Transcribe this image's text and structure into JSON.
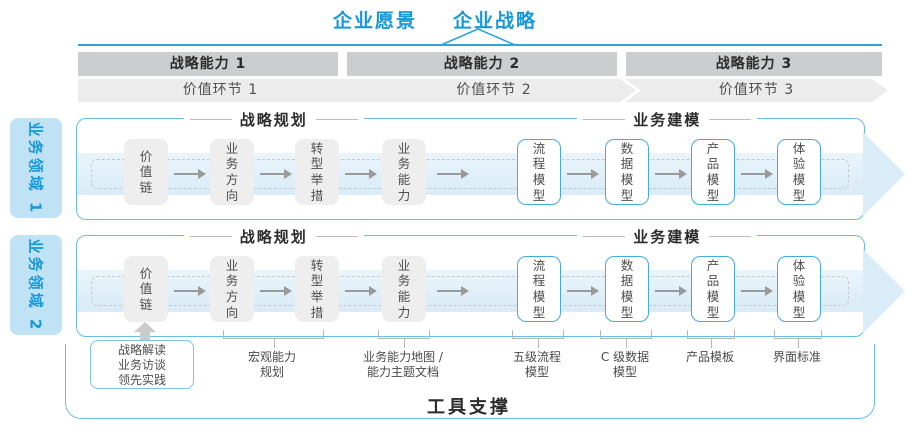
{
  "header": {
    "vision": "企业愿景",
    "strategy": "企业战略"
  },
  "strategic_capabilities": [
    "战略能力 1",
    "战略能力 2",
    "战略能力 3"
  ],
  "value_links": [
    "价值环节 1",
    "价值环节 2",
    "价值环节 3"
  ],
  "business_domains": [
    "业务领域 1",
    "业务领域 2"
  ],
  "sections": {
    "planning": "战略规划",
    "modeling": "业务建模"
  },
  "planning_boxes": [
    "价值链",
    "业务方向",
    "转型举措",
    "业务能力"
  ],
  "modeling_boxes": [
    "流程模型",
    "数据模型",
    "产品模型",
    "体验模型"
  ],
  "annotations": {
    "inputs_box": [
      "战略解读",
      "业务访谈",
      "领先实践"
    ],
    "labels": [
      {
        "lines": [
          "宏观能力",
          "规划"
        ]
      },
      {
        "lines": [
          "业务能力地图 /",
          "能力主题文档"
        ]
      },
      {
        "lines": [
          "五级流程",
          "模型"
        ]
      },
      {
        "lines": [
          "C 级数据",
          "模型"
        ]
      },
      {
        "lines": [
          "产品模板"
        ]
      },
      {
        "lines": [
          "界面标准"
        ]
      }
    ]
  },
  "tool_support": "工具支撑",
  "colors": {
    "accent_blue": "#1798d8",
    "border_blue": "#6bbce4",
    "band_blue": "#d9ecf8",
    "bar_gray": "#cccdce",
    "chevron_gray": "#ececed",
    "box_gray": "#eeeeef"
  }
}
